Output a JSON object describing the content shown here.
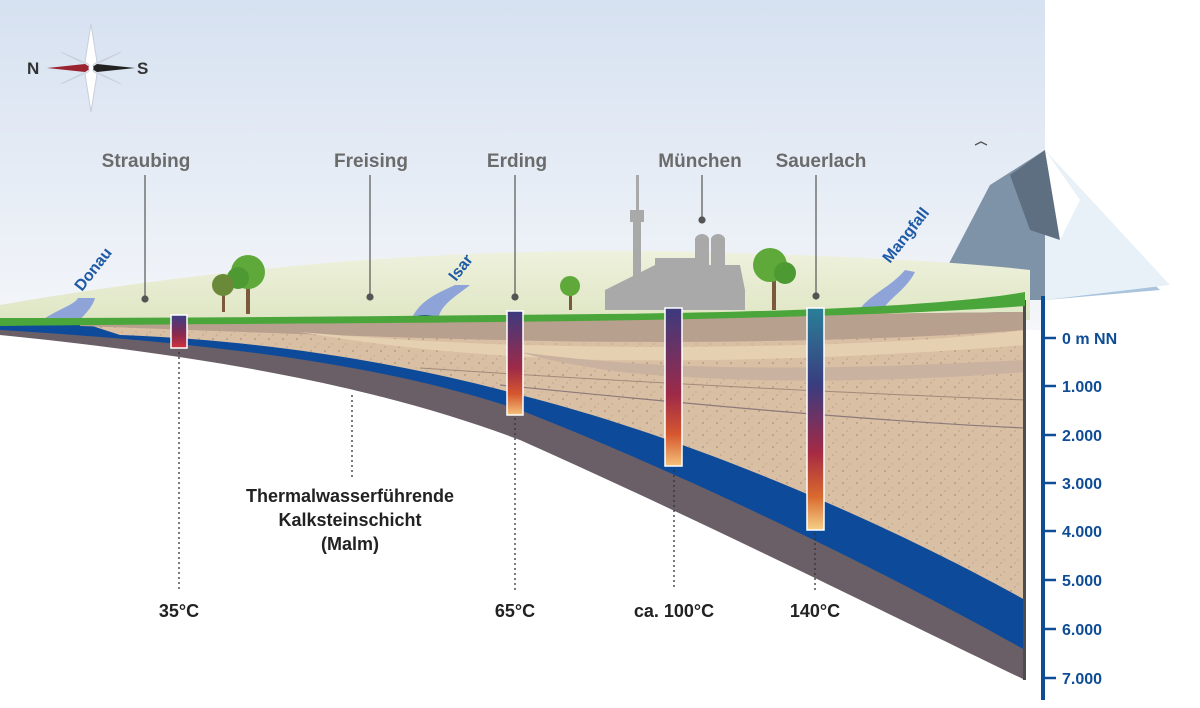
{
  "compass": {
    "north": "N",
    "south": "S"
  },
  "cities": [
    {
      "name": "Straubing"
    },
    {
      "name": "Freising"
    },
    {
      "name": "Erding"
    },
    {
      "name": "München"
    },
    {
      "name": "Sauerlach"
    }
  ],
  "rivers": [
    {
      "name": "Donau"
    },
    {
      "name": "Isar"
    },
    {
      "name": "Mangfall"
    }
  ],
  "temperatures": [
    "35°C",
    "65°C",
    "ca. 100°C",
    "140°C"
  ],
  "aquifer_label": [
    "Thermalwasserführende",
    "Kalksteinschicht",
    "(Malm)"
  ],
  "depth_axis": [
    "0 m NN",
    "1.000",
    "2.000",
    "3.000",
    "4.000",
    "5.000",
    "6.000",
    "7.000"
  ],
  "colors": {
    "sky": "#dfe7f3",
    "grass": "#4aa63b",
    "aquifer": "#0d4a9a",
    "axis": "#0e4c96",
    "sediment": "#d9bfa3"
  }
}
